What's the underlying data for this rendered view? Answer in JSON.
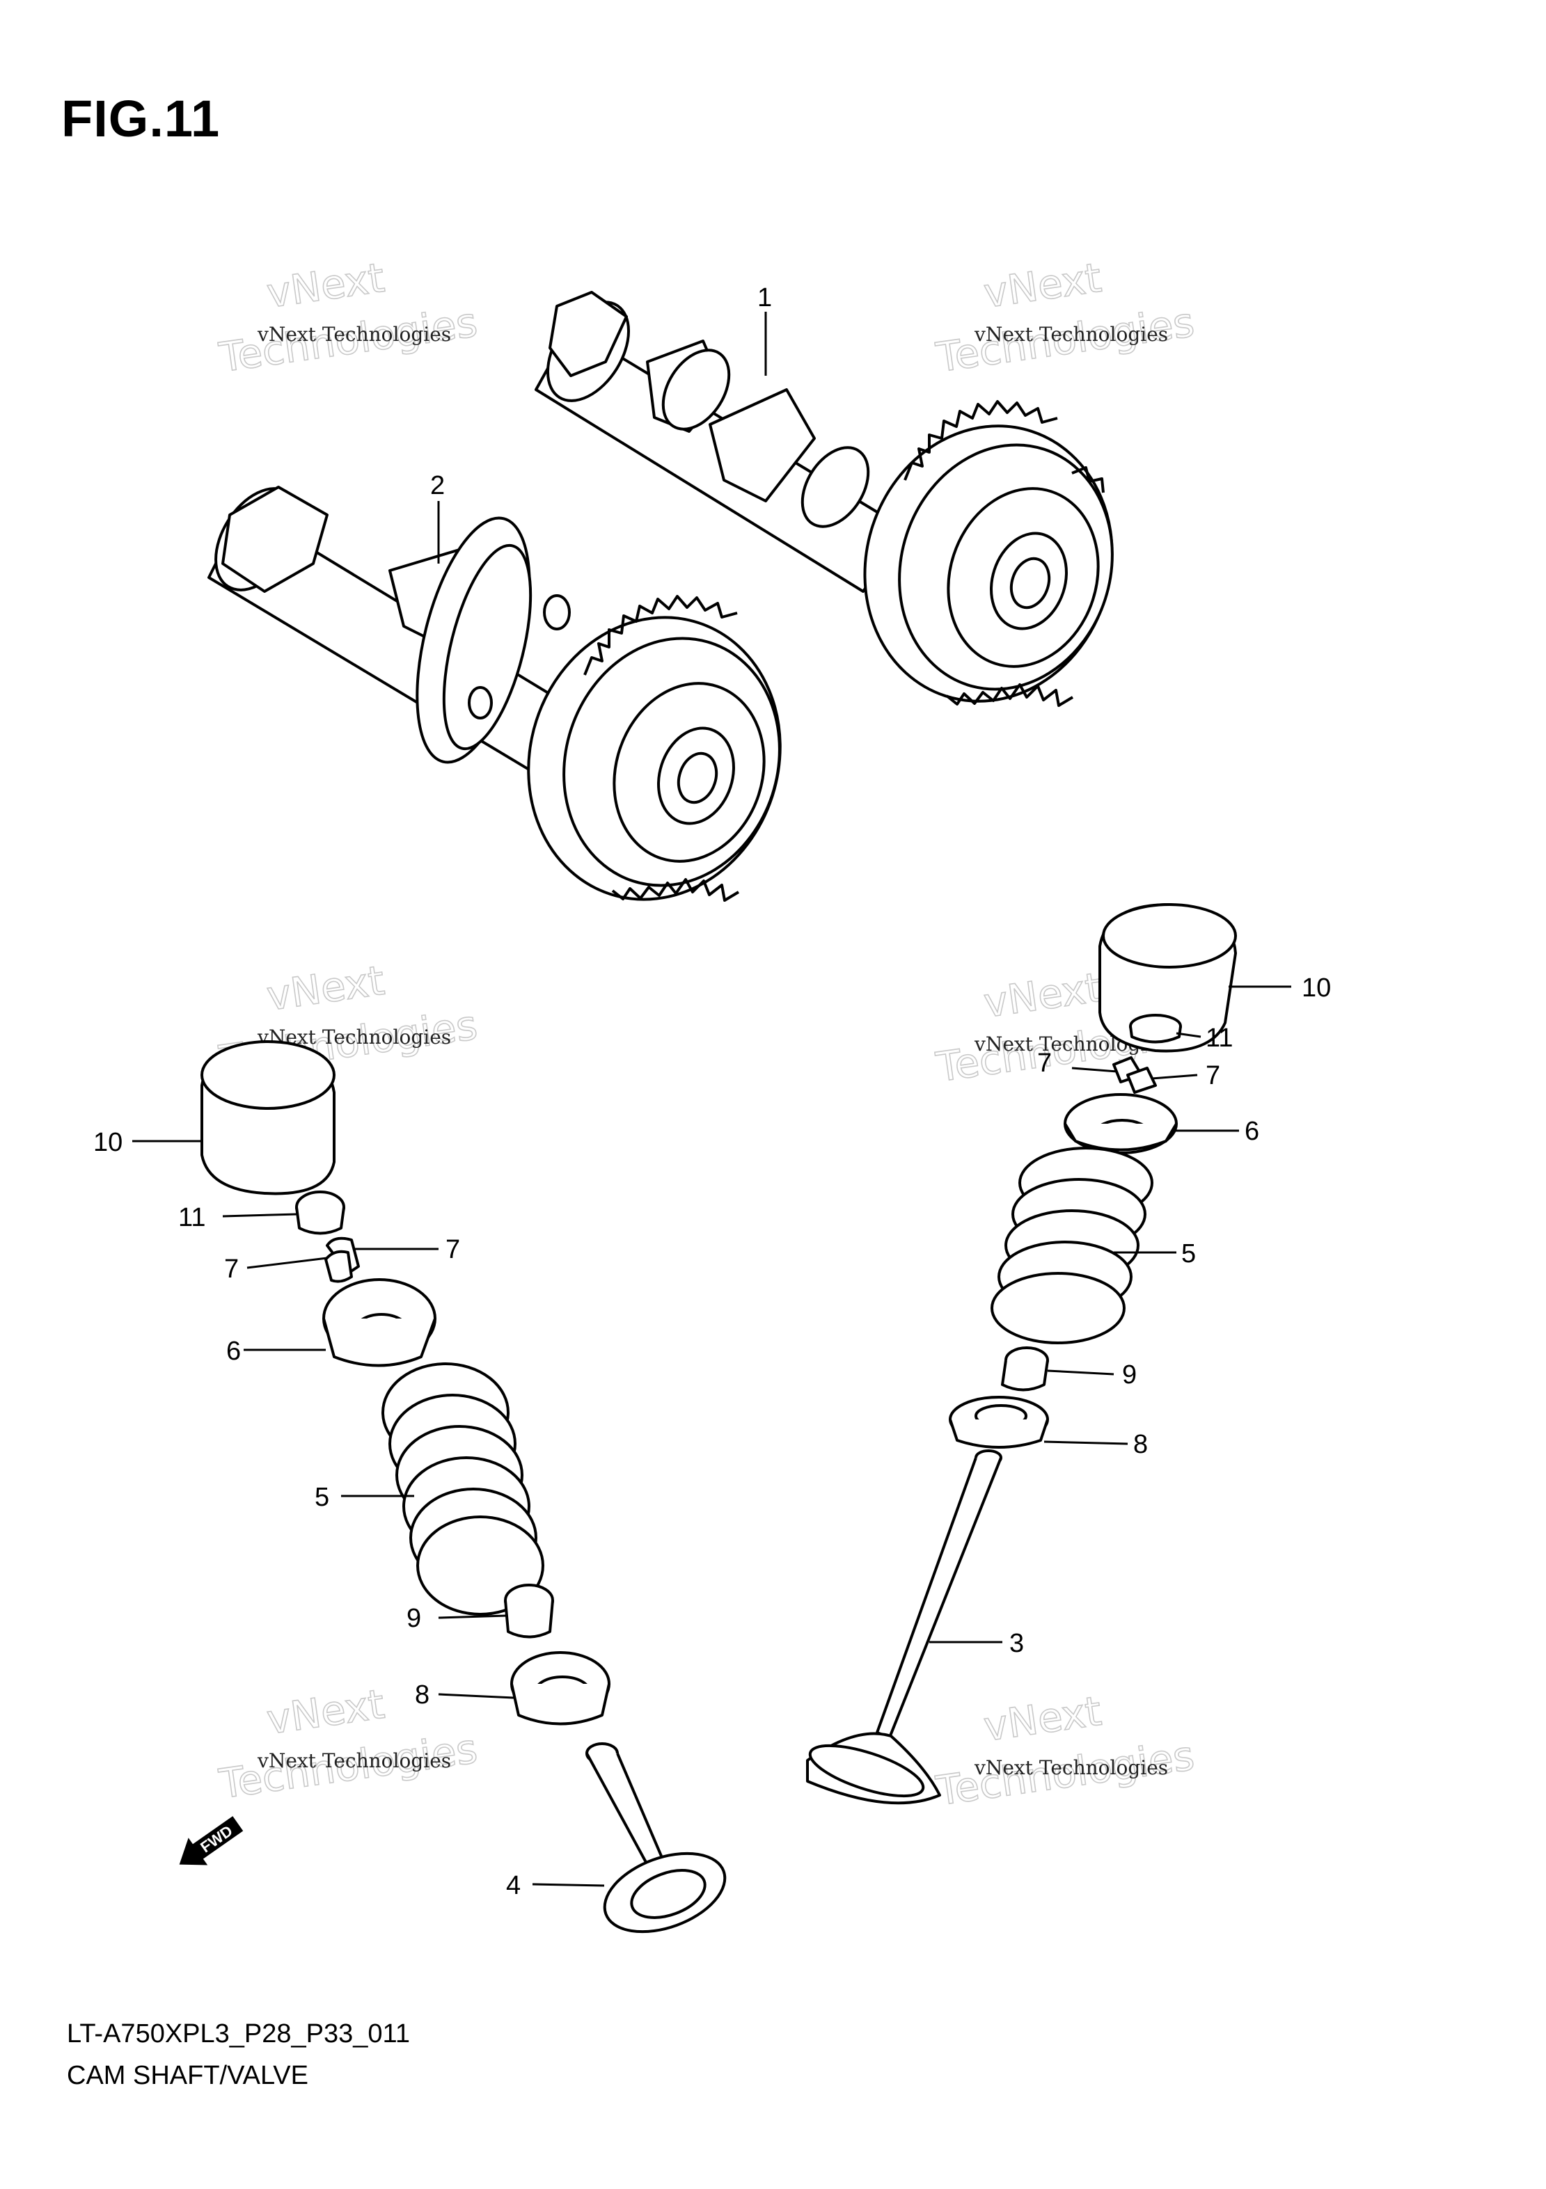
{
  "figure": {
    "title": "FIG.11",
    "model_code": "LT-A750XPL3_P28_P33_011",
    "caption": "CAM SHAFT/VALVE"
  },
  "watermark": {
    "line1": "vNext Technologies",
    "line2": "Technologies",
    "overlay": "vNext"
  },
  "fwd_label": "FWD",
  "callouts": {
    "camshaft_exhaust": "1",
    "camshaft_intake": "2",
    "valve_right": "3",
    "valve_left": "4",
    "spring_left": "5",
    "spring_right": "5",
    "retainer_left": "6",
    "retainer_right": "6",
    "cotter_left_a": "7",
    "cotter_left_b": "7",
    "cotter_right_a": "7",
    "cotter_right_b": "7",
    "spring_seat_left": "8",
    "spring_seat_right": "8",
    "oil_seal_left": "9",
    "oil_seal_right": "9",
    "tappet_left": "10",
    "tappet_right": "10",
    "shim_left": "11",
    "shim_right": "11"
  }
}
